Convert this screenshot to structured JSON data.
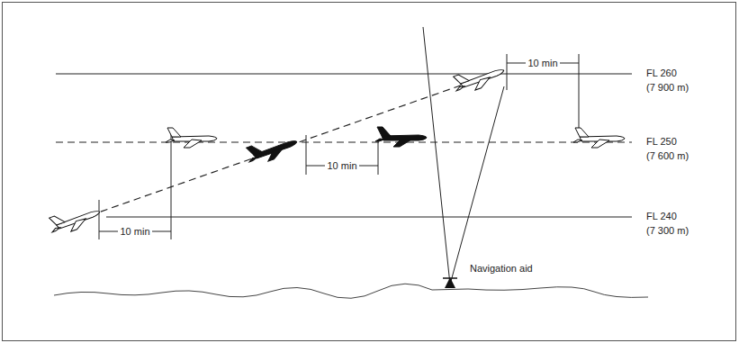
{
  "diagram": {
    "labels": [
      "10 min",
      "FL 260",
      "(7 900 m)",
      "FL 250",
      "(7 600 m)",
      "10 min",
      "10 min",
      "FL 240",
      "(7 300 m)",
      "Navigation aid"
    ]
  }
}
